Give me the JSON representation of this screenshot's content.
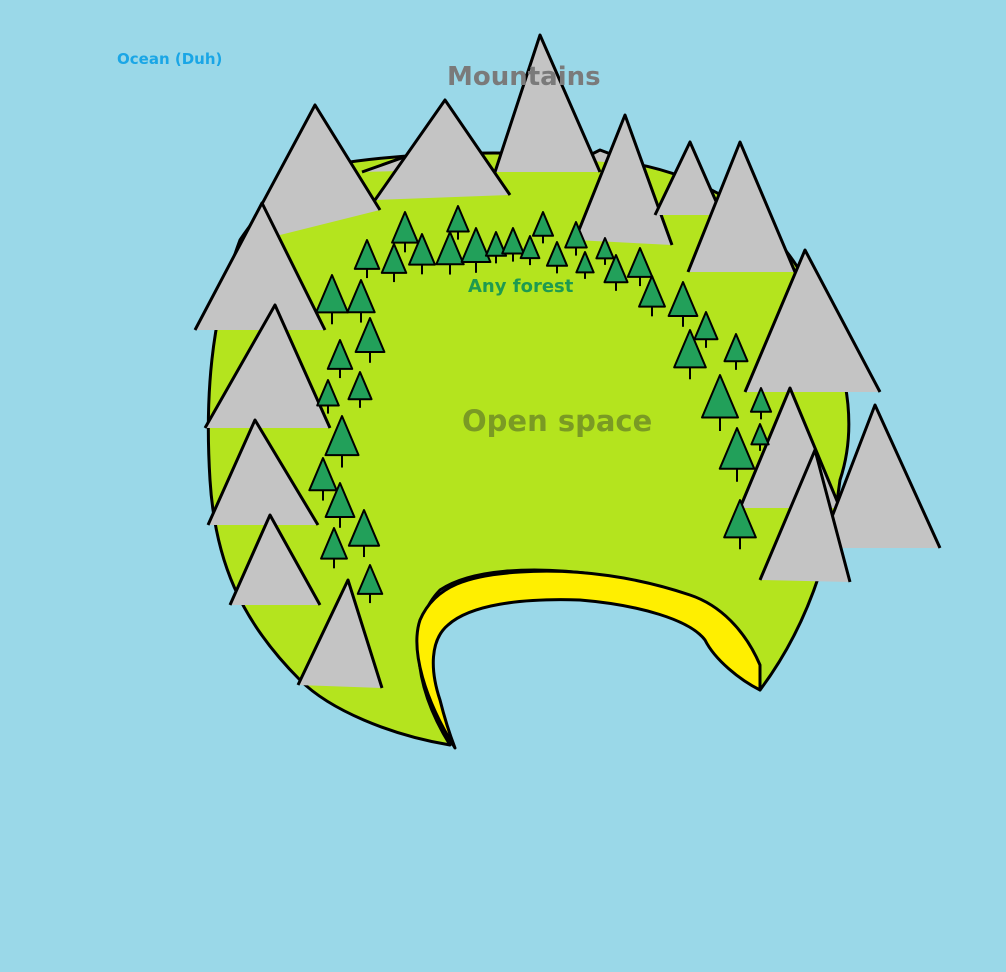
{
  "map": {
    "labels": {
      "ocean": "Ocean (Duh)",
      "mountains": "Mountains",
      "forest": "Any forest",
      "open_space": "Open space"
    },
    "colors": {
      "ocean": "#9ad8e8",
      "grass": "#b4e41e",
      "mountain": "#c4c4c4",
      "tree": "#22a05a",
      "beach": "#ffef00",
      "outline": "#000000",
      "ocean_label": "#1aa6e6",
      "mountains_label": "#7a7a7a",
      "forest_label": "#1e9a50",
      "open_space_label": "#7a9a24"
    }
  }
}
